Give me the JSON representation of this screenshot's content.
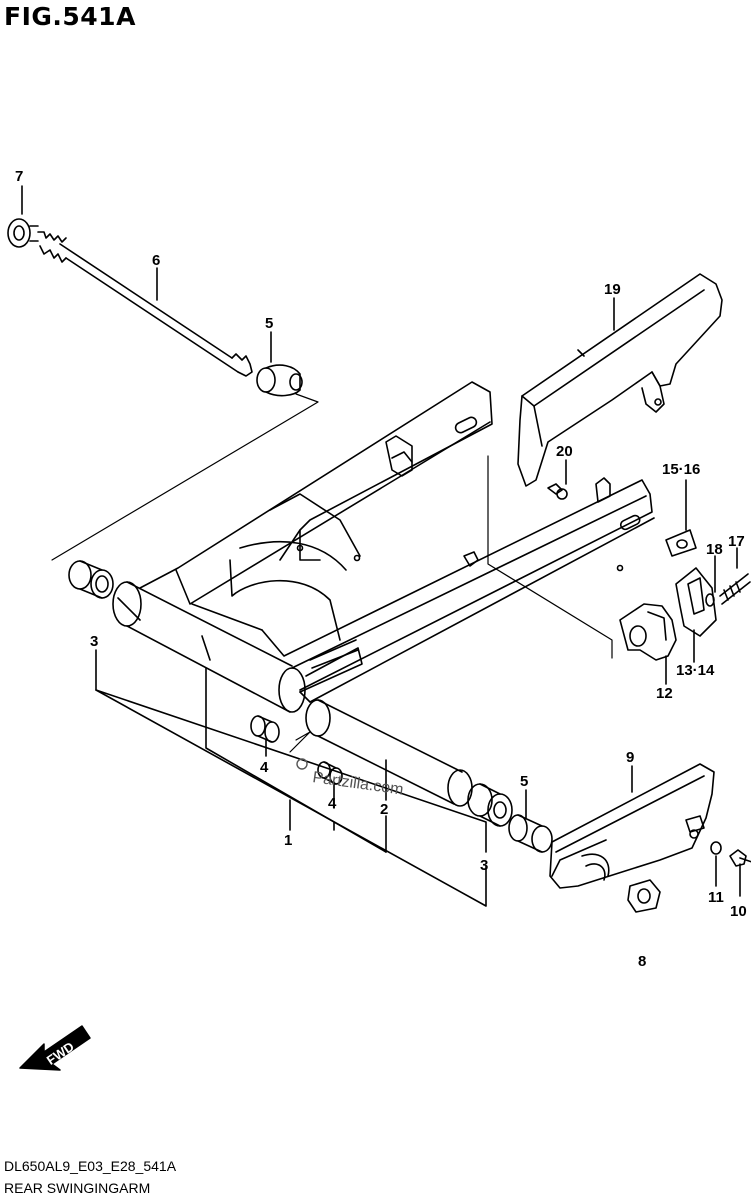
{
  "figure": {
    "title": "FIG.541A",
    "code": "DL650AL9_E03_E28_541A",
    "name": "REAR SWINGINGARM",
    "watermark": "Partzilla.com",
    "fwd_label": "FWD",
    "fwd_icon": "fwd-arrow-icon",
    "callouts": {
      "c1": "1",
      "c2": "2",
      "c3a": "3",
      "c3b": "3",
      "c4a": "4",
      "c4b": "4",
      "c5a": "5",
      "c5b": "5",
      "c6": "6",
      "c7": "7",
      "c8": "8",
      "c9": "9",
      "c10": "10",
      "c11": "11",
      "c12": "12",
      "c1314": "13·14",
      "c1516": "15·16",
      "c17": "17",
      "c18": "18",
      "c19": "19",
      "c20": "20"
    }
  }
}
